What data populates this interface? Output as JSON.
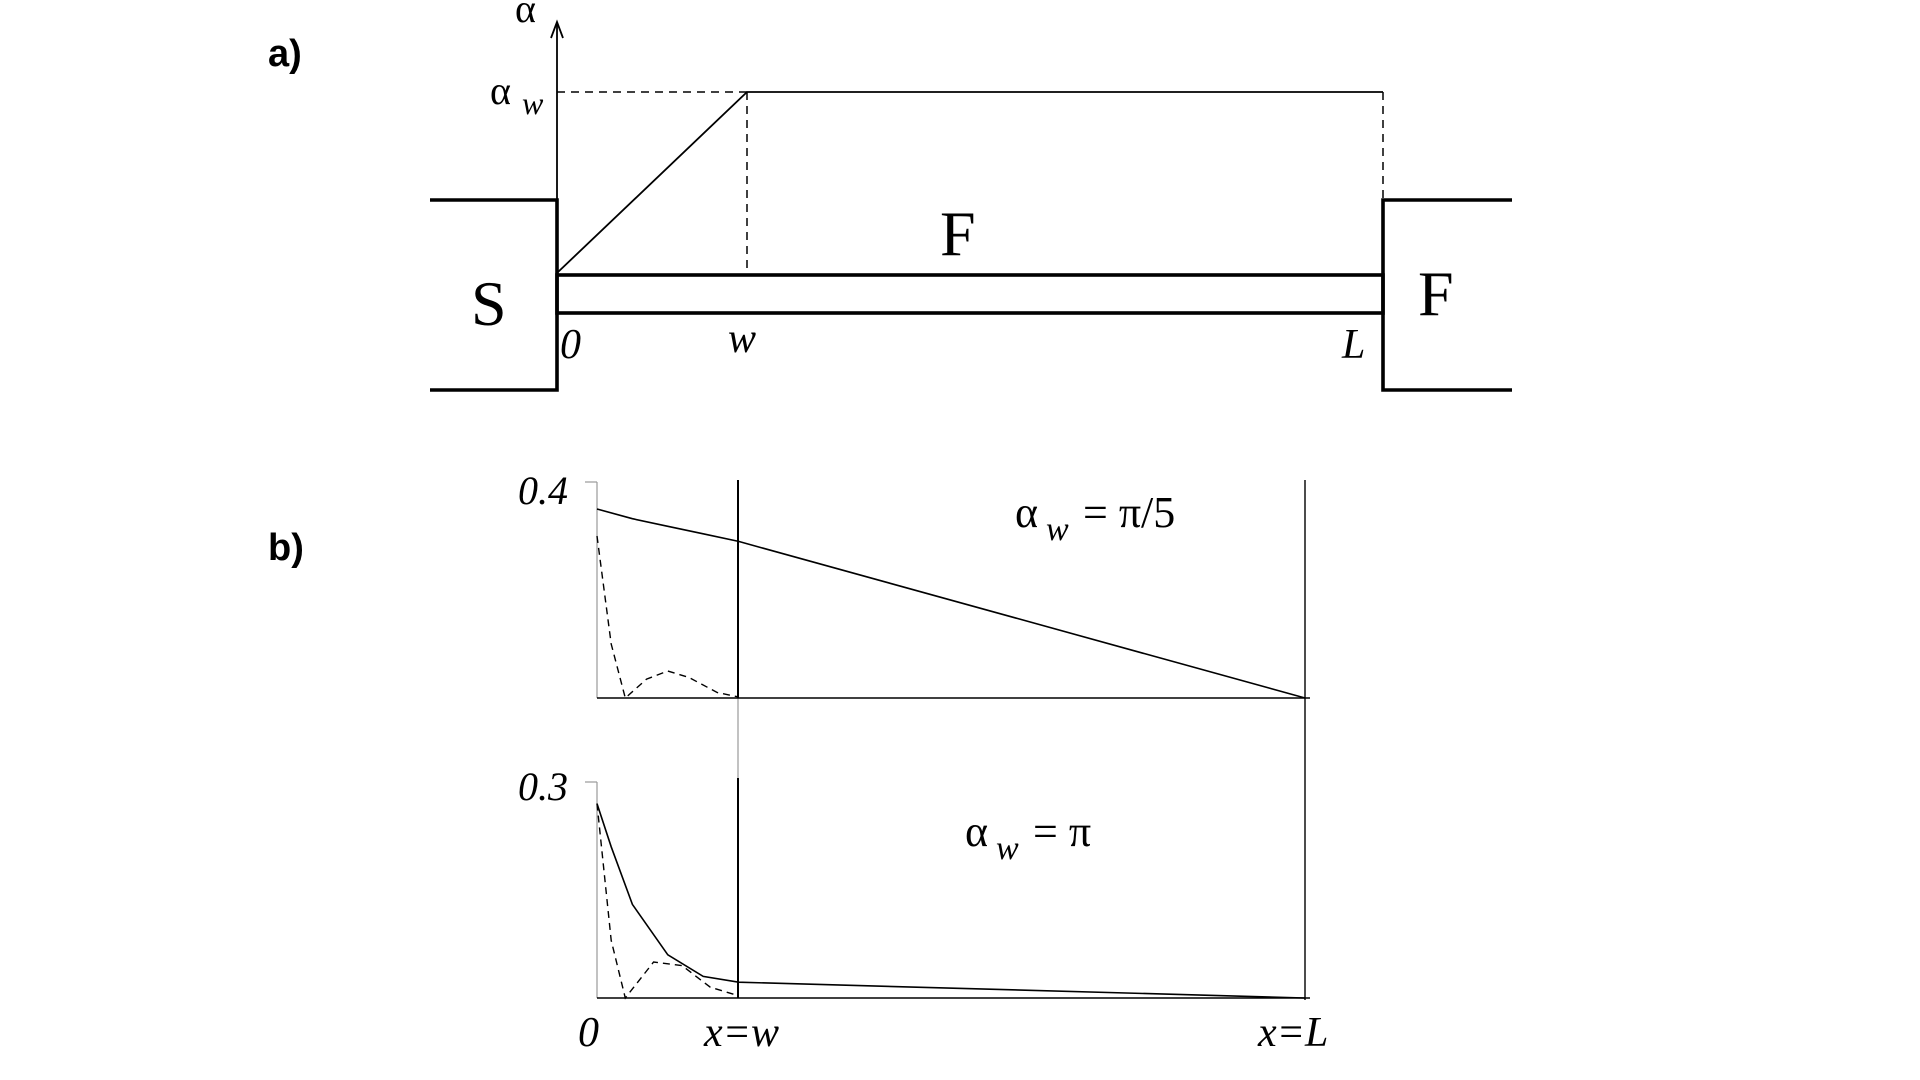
{
  "panel_a": {
    "label": "a)",
    "alpha_axis": "α",
    "alpha_w": "α",
    "alpha_w_sub": "w",
    "left_block": "S",
    "right_block": "F",
    "strip_label": "F",
    "x_zero": "0",
    "x_w": "w",
    "x_L": "L"
  },
  "panel_b": {
    "label": "b)",
    "x_tick_0": "0",
    "x_tick_w": "x=w",
    "x_tick_L": "x=L"
  },
  "chart_data": [
    {
      "type": "line",
      "annotation": "α_w = π/5",
      "annotation_parts": {
        "alpha": "α",
        "sub": "w",
        "rest": " = π/5"
      },
      "y_tick_label": "0.4",
      "ylim": [
        0,
        0.4
      ],
      "x_markers": [
        "x=w",
        "x=L"
      ],
      "series": [
        {
          "style": "solid",
          "x": [
            0,
            0.05,
            0.1,
            0.15,
            0.2,
            1.0
          ],
          "y": [
            0.35,
            0.332,
            0.318,
            0.304,
            0.29,
            0.0
          ]
        },
        {
          "style": "dashed",
          "x": [
            0,
            0.02,
            0.04,
            0.07,
            0.1,
            0.13,
            0.17,
            0.2
          ],
          "y": [
            0.3,
            0.1,
            0.0,
            0.035,
            0.05,
            0.038,
            0.01,
            0.002
          ]
        }
      ]
    },
    {
      "type": "line",
      "annotation": "α_w = π",
      "annotation_parts": {
        "alpha": "α",
        "sub": "w",
        "rest": " = π"
      },
      "y_tick_label": "0.3",
      "ylim": [
        0,
        0.3
      ],
      "x_markers": [
        "x=w",
        "x=L"
      ],
      "series": [
        {
          "style": "solid",
          "x": [
            0,
            0.02,
            0.05,
            0.1,
            0.15,
            0.2,
            1.0
          ],
          "y": [
            0.27,
            0.21,
            0.13,
            0.06,
            0.03,
            0.022,
            0.0
          ]
        },
        {
          "style": "dashed",
          "x": [
            0,
            0.02,
            0.04,
            0.08,
            0.12,
            0.16,
            0.2
          ],
          "y": [
            0.27,
            0.08,
            0.0,
            0.05,
            0.045,
            0.015,
            0.003
          ]
        }
      ]
    }
  ]
}
